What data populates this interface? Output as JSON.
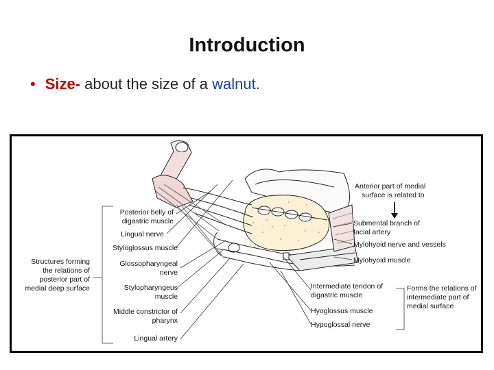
{
  "slide": {
    "title": "Introduction",
    "bullet": {
      "marker": "•",
      "keyword": "Size-",
      "text_before": " about the size of a ",
      "highlight": "walnut",
      "text_after": "."
    }
  },
  "figure": {
    "left_group_label": [
      "Structures forming",
      "the relations of",
      "posterior part of",
      "medial deep surface"
    ],
    "left_labels": [
      [
        "Posterior belly of",
        "digastric muscle"
      ],
      [
        "Lingual nerve"
      ],
      [
        "Styloglossus muscle"
      ],
      [
        "Glossopharyngeal",
        "nerve"
      ],
      [
        "Stylopharyngeus",
        "muscle"
      ],
      [
        "Middle constrictor of",
        "pharynx"
      ],
      [
        "Lingual artery"
      ]
    ],
    "top_right_label": [
      "Anterior part of medial",
      "surface is related to"
    ],
    "right_labels": [
      [
        "Submental branch of",
        "facial artery"
      ],
      [
        "Mylohyoid nerve and vessels"
      ],
      [
        "Mylohyoid muscle"
      ]
    ],
    "bottom_labels": [
      [
        "Intermediate tendon of",
        "digastric muscle"
      ],
      [
        "Hyoglossus muscle"
      ],
      [
        "Hypoglossal nerve"
      ]
    ],
    "right_group_label": [
      "Forms the relations of",
      "intermediate part of",
      "medial surface"
    ]
  }
}
